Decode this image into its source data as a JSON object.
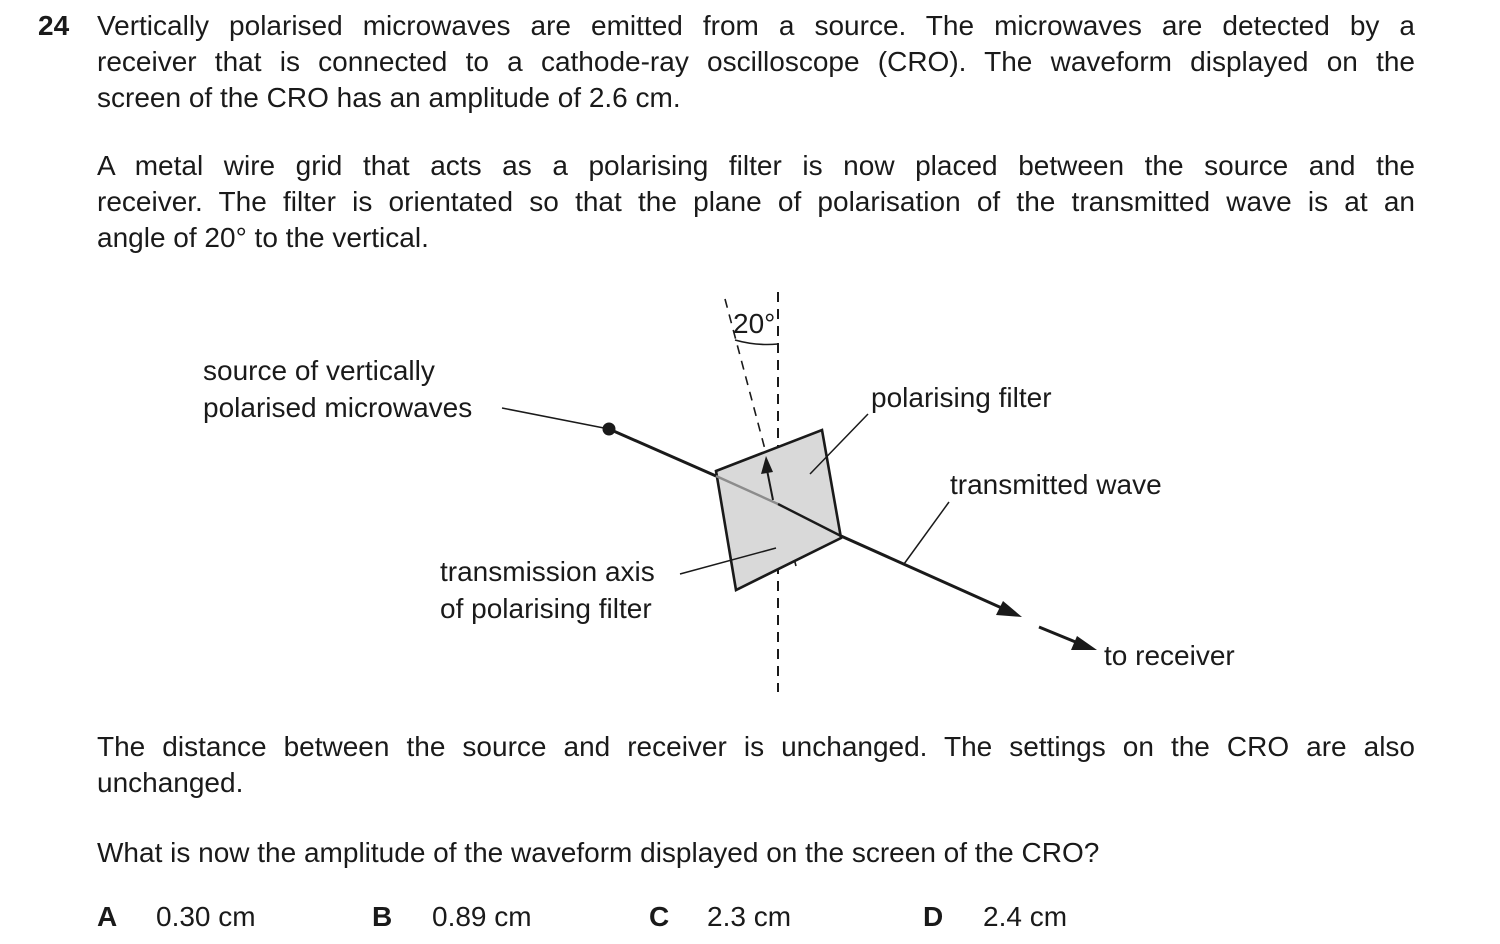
{
  "question": {
    "number": "24",
    "paragraph1": [
      "Vertically polarised microwaves are emitted from a source. The microwaves are detected by a",
      "receiver that is connected to a cathode-ray oscilloscope (CRO). The waveform displayed on the",
      "screen of the CRO has an amplitude of 2.6 cm."
    ],
    "paragraph2": [
      "A metal wire grid that acts as a polarising filter is now placed between the source and the",
      "receiver. The filter is orientated so that the plane of polarisation of the transmitted wave is at an",
      "angle of 20° to the vertical."
    ],
    "paragraph3": [
      "The distance between the source and receiver is unchanged. The settings on the CRO are also",
      "unchanged."
    ],
    "prompt": "What is now the amplitude of the waveform displayed on the screen of the CRO?"
  },
  "diagram": {
    "angle_label": "20°",
    "source_label_line1": "source of vertically",
    "source_label_line2": "polarised microwaves",
    "filter_label": "polarising filter",
    "transmitted_label": "transmitted wave",
    "axis_label_line1": "transmission axis",
    "axis_label_line2": "of polarising filter",
    "receiver_label": "to receiver"
  },
  "options": [
    {
      "key": "A",
      "value": "0.30 cm"
    },
    {
      "key": "B",
      "value": "0.89 cm"
    },
    {
      "key": "C",
      "value": "2.3 cm"
    },
    {
      "key": "D",
      "value": "2.4 cm"
    }
  ]
}
